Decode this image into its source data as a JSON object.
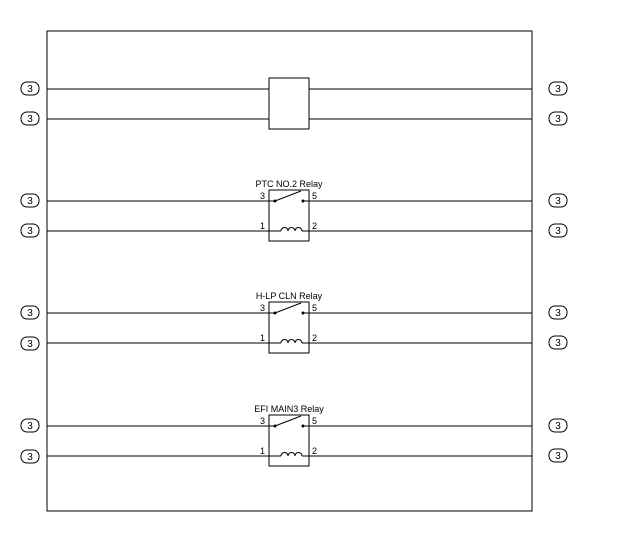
{
  "connector_ref": "3",
  "relays": [
    {
      "label": "",
      "pins": {
        "switch_in": "",
        "switch_out": "",
        "coil_in": "",
        "coil_out": ""
      }
    },
    {
      "label": "PTC NO.2 Relay",
      "pins": {
        "switch_in": "3",
        "switch_out": "5",
        "coil_in": "1",
        "coil_out": "2"
      }
    },
    {
      "label": "H-LP CLN Relay",
      "pins": {
        "switch_in": "3",
        "switch_out": "5",
        "coil_in": "1",
        "coil_out": "2"
      }
    },
    {
      "label": "EFI MAIN3 Relay",
      "pins": {
        "switch_in": "3",
        "switch_out": "5",
        "coil_in": "1",
        "coil_out": "2"
      }
    }
  ],
  "colors": {
    "line": "#000000",
    "frame": "#000000",
    "background": "#ffffff"
  }
}
